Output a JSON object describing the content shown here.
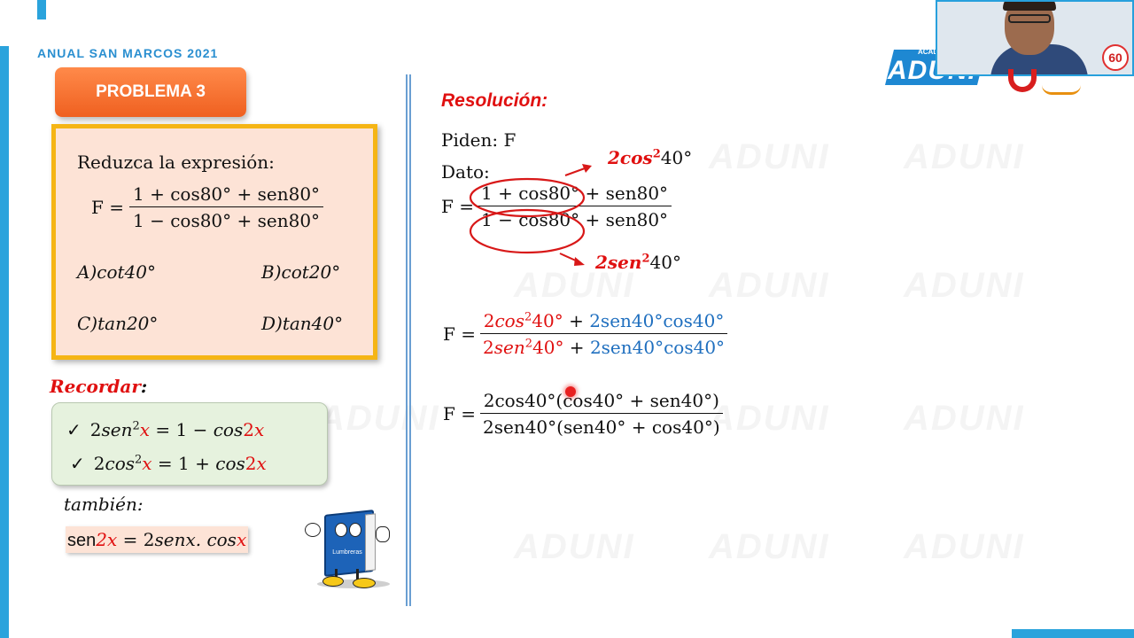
{
  "header": {
    "course_title": "ANUAL SAN MARCOS 2021",
    "logo_text": "ADUNI",
    "logo_small": "ACAD",
    "anniversary_text": "60"
  },
  "watermark": {
    "text": "ADUNI"
  },
  "problem": {
    "badge": "PROBLEMA 3",
    "instruction": "Reduzca la expresión:",
    "F": "F =",
    "numerator": "1 + cos80° + sen80°",
    "denominator": "1 − cos80° + sen80°",
    "options": [
      {
        "letter": "A)",
        "value": "cot40°"
      },
      {
        "letter": "B)",
        "value": "cot20°"
      },
      {
        "letter": "C)",
        "value": "tan20°"
      },
      {
        "letter": "D)",
        "value": "tan40°"
      }
    ]
  },
  "recordar": {
    "title": "Recordar",
    "colon": ":",
    "check": "✓",
    "id1": {
      "coef": "2",
      "fn": "sen",
      "exp": "2",
      "var": "x",
      "mid": " = 1 − ",
      "fn2": "cos",
      "coef2": "2",
      "var2": "x"
    },
    "id2": {
      "coef": "2",
      "fn": "cos",
      "exp": "2",
      "var": "x",
      "mid": " = 1 + ",
      "fn2": "cos",
      "coef2": "2",
      "var2": "x"
    },
    "tambien": "también:",
    "id3": {
      "sen": "sen",
      "arg": "2x",
      "eq": " = 2",
      "rest": "senx. cos",
      "var": "x"
    }
  },
  "solution": {
    "title": "Resolución:",
    "piden": "Piden: F",
    "dato": "Dato:",
    "F": "F =",
    "num_circled": "1 + cos80°",
    "num_rest": "+ sen80°",
    "den_circled": "1 − cos80°",
    "den_rest": "+ sen80°",
    "annot_top": {
      "coef": "2cos",
      "exp": "2",
      "rest": "40°"
    },
    "annot_bottom": {
      "coef": "2sen",
      "exp": "2",
      "rest": "40°"
    },
    "step2": {
      "num_red_a": "2",
      "num_red_fn": "cos",
      "num_red_exp": "2",
      "num_red_b": "40°",
      "num_plus": " + ",
      "num_blue": "2sen40°cos40°",
      "den_red_a": "2",
      "den_red_fn": "sen",
      "den_red_exp": "2",
      "den_red_b": "40°",
      "den_plus": " + ",
      "den_blue": "2sen40°cos40°"
    },
    "step3": {
      "num": "2cos40°(cos40° + sen40°)",
      "den": "2sen40°(sen40° + cos40°)"
    }
  },
  "mascot": {
    "label": "Lumbreras"
  }
}
